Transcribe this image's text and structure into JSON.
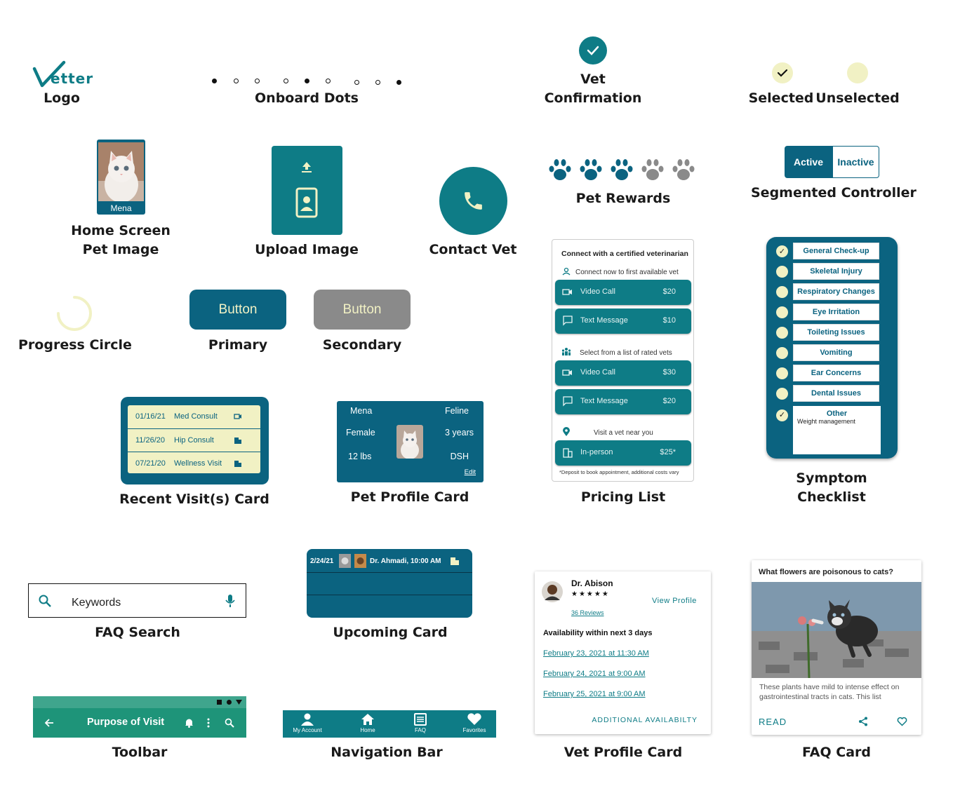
{
  "logo": {
    "mark": "V",
    "word": "etter",
    "label": "Logo"
  },
  "onboard_dots": {
    "label": "Onboard Dots"
  },
  "vet_confirmation": {
    "label_line1": "Vet",
    "label_line2": "Confirmation"
  },
  "selection": {
    "selected_label": "Selected",
    "unselected_label": "Unselected"
  },
  "home_pet": {
    "pet_name": "Mena",
    "label_line1": "Home Screen",
    "label_line2": "Pet Image"
  },
  "upload": {
    "label": "Upload Image"
  },
  "contact": {
    "label": "Contact Vet"
  },
  "rewards": {
    "label": "Pet Rewards",
    "earned": 3,
    "total": 5
  },
  "segmented": {
    "active": "Active",
    "inactive": "Inactive",
    "label": "Segmented Controller"
  },
  "progress": {
    "label": "Progress Circle"
  },
  "buttons": {
    "primary_text": "Button",
    "primary_label": "Primary",
    "secondary_text": "Button",
    "secondary_label": "Secondary"
  },
  "pricing": {
    "header": "Connect with a certified veterinarian",
    "section1": "Connect now to first available vet",
    "s1_items": [
      {
        "label": "Video Call",
        "price": "$20"
      },
      {
        "label": "Text Message",
        "price": "$10"
      }
    ],
    "section2": "Select from a list of rated vets",
    "s2_items": [
      {
        "label": "Video Call",
        "price": "$30"
      },
      {
        "label": "Text Message",
        "price": "$20"
      }
    ],
    "section3": "Visit a vet near you",
    "s3_item": {
      "label": "In-person",
      "price": "$25*"
    },
    "footnote": "*Deposit to book appointment, additional costs vary",
    "label": "Pricing List"
  },
  "symptoms": {
    "items": [
      {
        "text": "General Check-up",
        "checked": true
      },
      {
        "text": "Skeletal Injury",
        "checked": false
      },
      {
        "text": "Respiratory Changes",
        "checked": false
      },
      {
        "text": "Eye Irritation",
        "checked": false
      },
      {
        "text": "Toileting Issues",
        "checked": false
      },
      {
        "text": "Vomiting",
        "checked": false
      },
      {
        "text": "Ear Concerns",
        "checked": false
      },
      {
        "text": "Dental Issues",
        "checked": false
      }
    ],
    "other_title": "Other",
    "other_text": "Weight management",
    "label_line1": "Symptom",
    "label_line2": "Checklist"
  },
  "recent_visits": {
    "rows": [
      {
        "date": "01/16/21",
        "type": "Med Consult"
      },
      {
        "date": "11/26/20",
        "type": "Hip Consult"
      },
      {
        "date": "07/21/20",
        "type": "Wellness Visit"
      }
    ],
    "label": "Recent Visit(s) Card"
  },
  "pet_profile": {
    "name": "Mena",
    "species": "Feline",
    "sex": "Female",
    "age": "3 years",
    "weight": "12 lbs",
    "breed": "DSH",
    "edit": "Edit",
    "label": "Pet Profile Card"
  },
  "faq_search": {
    "placeholder": "Keywords",
    "label": "FAQ Search"
  },
  "upcoming": {
    "date": "2/24/21",
    "info": "Dr. Ahmadi, 10:00 AM",
    "label": "Upcoming Card"
  },
  "vet_profile": {
    "name": "Dr. Abison",
    "stars": "★★★★★",
    "reviews": "36 Reviews",
    "view": "View Profile",
    "availability_title": "Availability within next 3 days",
    "slots": [
      "February 23, 2021 at 11:30 AM",
      "February 24, 2021 at 9:00 AM",
      "February 25, 2021 at 9:00 AM"
    ],
    "more": "ADDITIONAL AVAILABILTY",
    "label": "Vet Profile Card"
  },
  "faq_card": {
    "question": "What flowers are poisonous to cats?",
    "body": "These plants have mild to intense effect on gastrointestinal tracts in cats. This list",
    "read": "READ",
    "label": "FAQ Card"
  },
  "toolbar": {
    "title": "Purpose of Visit",
    "label": "Toolbar"
  },
  "navbar": {
    "items": [
      "My Account",
      "Home",
      "FAQ",
      "Favorites"
    ],
    "label": "Navigation Bar"
  },
  "colors": {
    "teal": "#0e7c86",
    "navy": "#0b6380",
    "cream": "#f1f1c4",
    "gray": "#8a8a8a",
    "toolbar_green": "#1e9479"
  }
}
